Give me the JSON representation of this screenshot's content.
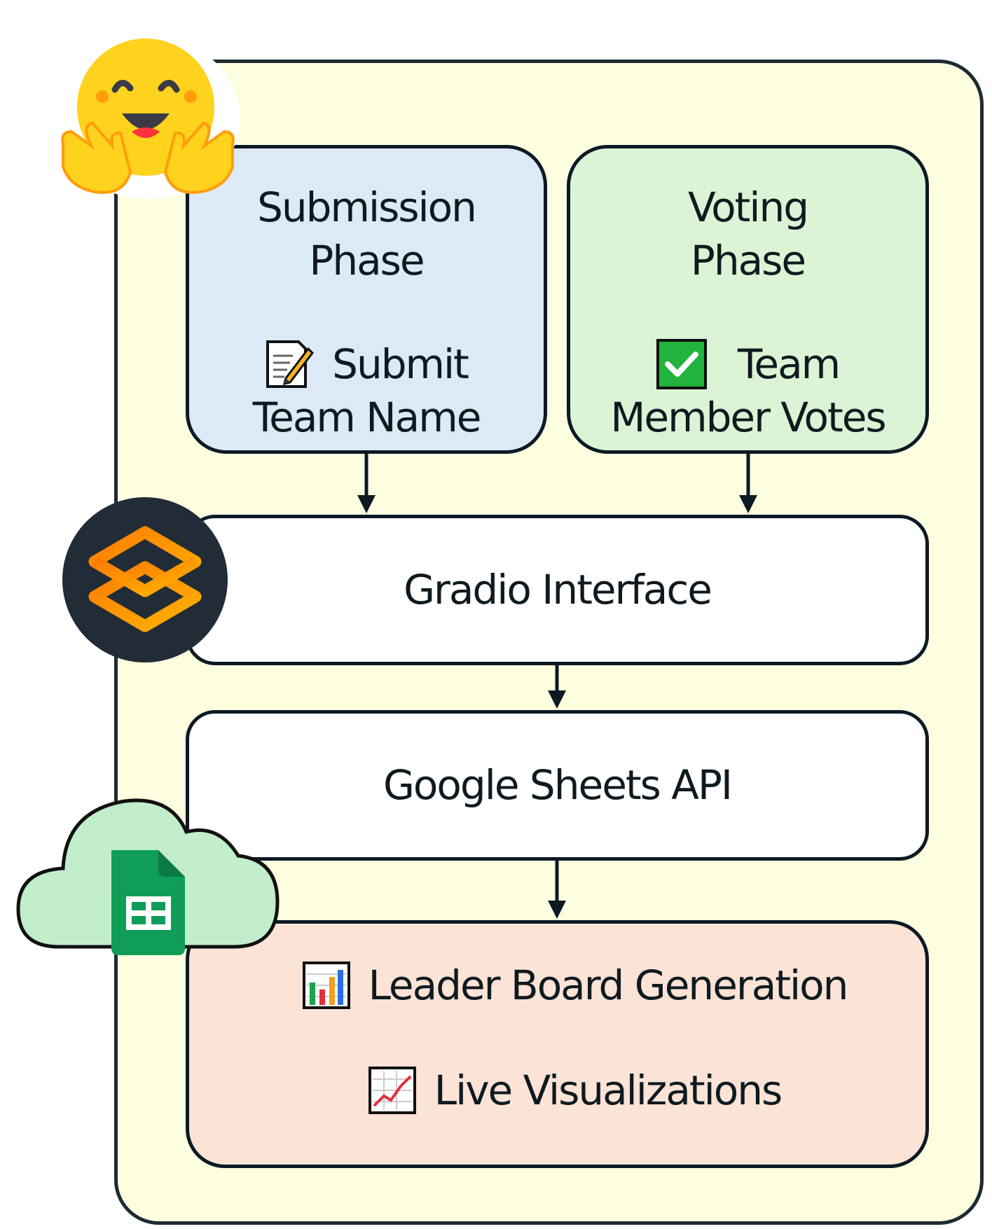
{
  "submission": {
    "title_line1": "Submission",
    "title_line2": "Phase",
    "action_line1": "Submit",
    "action_line2": "Team Name",
    "icon": "memo-pencil-icon"
  },
  "voting": {
    "title_line1": "Voting",
    "title_line2": "Phase",
    "action_line1": "Team",
    "action_line2": "Member Votes",
    "icon": "check-box-icon"
  },
  "gradio": {
    "label": "Gradio Interface",
    "logo": "gradio-logo"
  },
  "sheets": {
    "label": "Google Sheets API",
    "logo": "google-sheets-cloud-logo"
  },
  "output": {
    "item1": "Leader Board Generation",
    "item1_icon": "bar-chart-icon",
    "item2": "Live Visualizations",
    "item2_icon": "line-chart-icon"
  },
  "colors": {
    "outer_bg": "#fdfde0",
    "submission_bg": "#dce9f6",
    "voting_bg": "#daf4d5",
    "output_bg": "#fbe3d6",
    "border": "#0c1a24"
  },
  "logos": {
    "top_left": "hugging-face-logo"
  }
}
